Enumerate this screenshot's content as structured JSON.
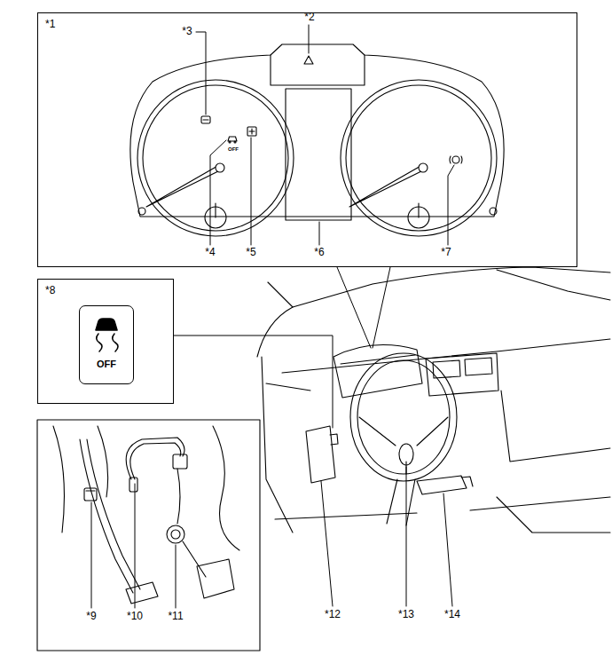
{
  "diagram": {
    "nodes": [
      {
        "text": [
          "*1"
        ]
      },
      {
        "text": [
          "*8"
        ]
      },
      {
        "text": [
          "OFF"
        ],
        "in": 1
      }
    ],
    "labels": [
      "*2",
      "*3",
      "*5",
      "OFF",
      "*4",
      "*6",
      "*7",
      "*9",
      "*10",
      "*11",
      "*12",
      "*13",
      "*14"
    ]
  }
}
